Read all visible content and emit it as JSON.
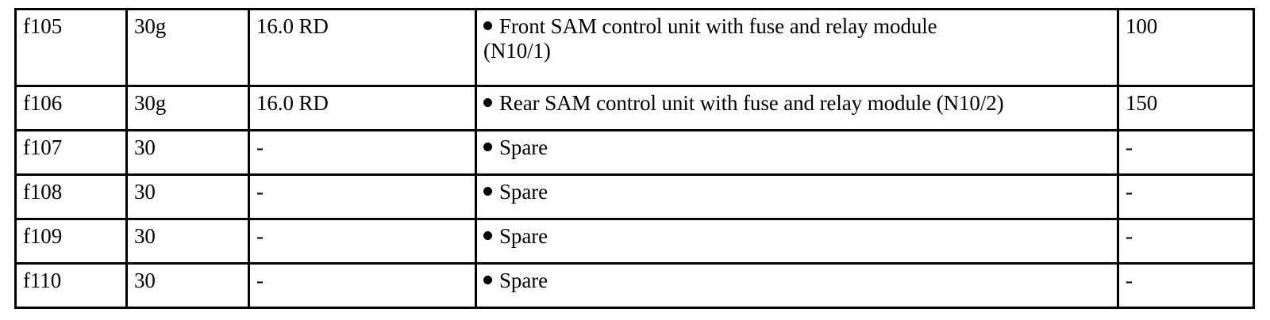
{
  "document": {
    "type": "fuse-allocation-table",
    "bullet_glyph": "•",
    "ink_color": "#000000",
    "paper_color": "#ffffff"
  },
  "table": {
    "column_count": 5,
    "row_count": 6,
    "rows": [
      {
        "id": "f105",
        "fuse_type": "30g",
        "wire": "16.0 RD",
        "description_line1": "Front SAM control unit with fuse and relay module",
        "description_line2": "(N10/1)",
        "amperage": "100"
      },
      {
        "id": "f106",
        "fuse_type": "30g",
        "wire": "16.0 RD",
        "description_line1": "Rear SAM control unit with fuse and relay module (N10/2)",
        "description_line2": "",
        "amperage": "150"
      },
      {
        "id": "f107",
        "fuse_type": "30",
        "wire": "-",
        "description_line1": "Spare",
        "description_line2": "",
        "amperage": "-"
      },
      {
        "id": "f108",
        "fuse_type": "30",
        "wire": "-",
        "description_line1": "Spare",
        "description_line2": "",
        "amperage": "-"
      },
      {
        "id": "f109",
        "fuse_type": "30",
        "wire": "-",
        "description_line1": "Spare",
        "description_line2": "",
        "amperage": "-"
      },
      {
        "id": "f110",
        "fuse_type": "30",
        "wire": "-",
        "description_line1": "Spare",
        "description_line2": "",
        "amperage": "-"
      }
    ]
  }
}
